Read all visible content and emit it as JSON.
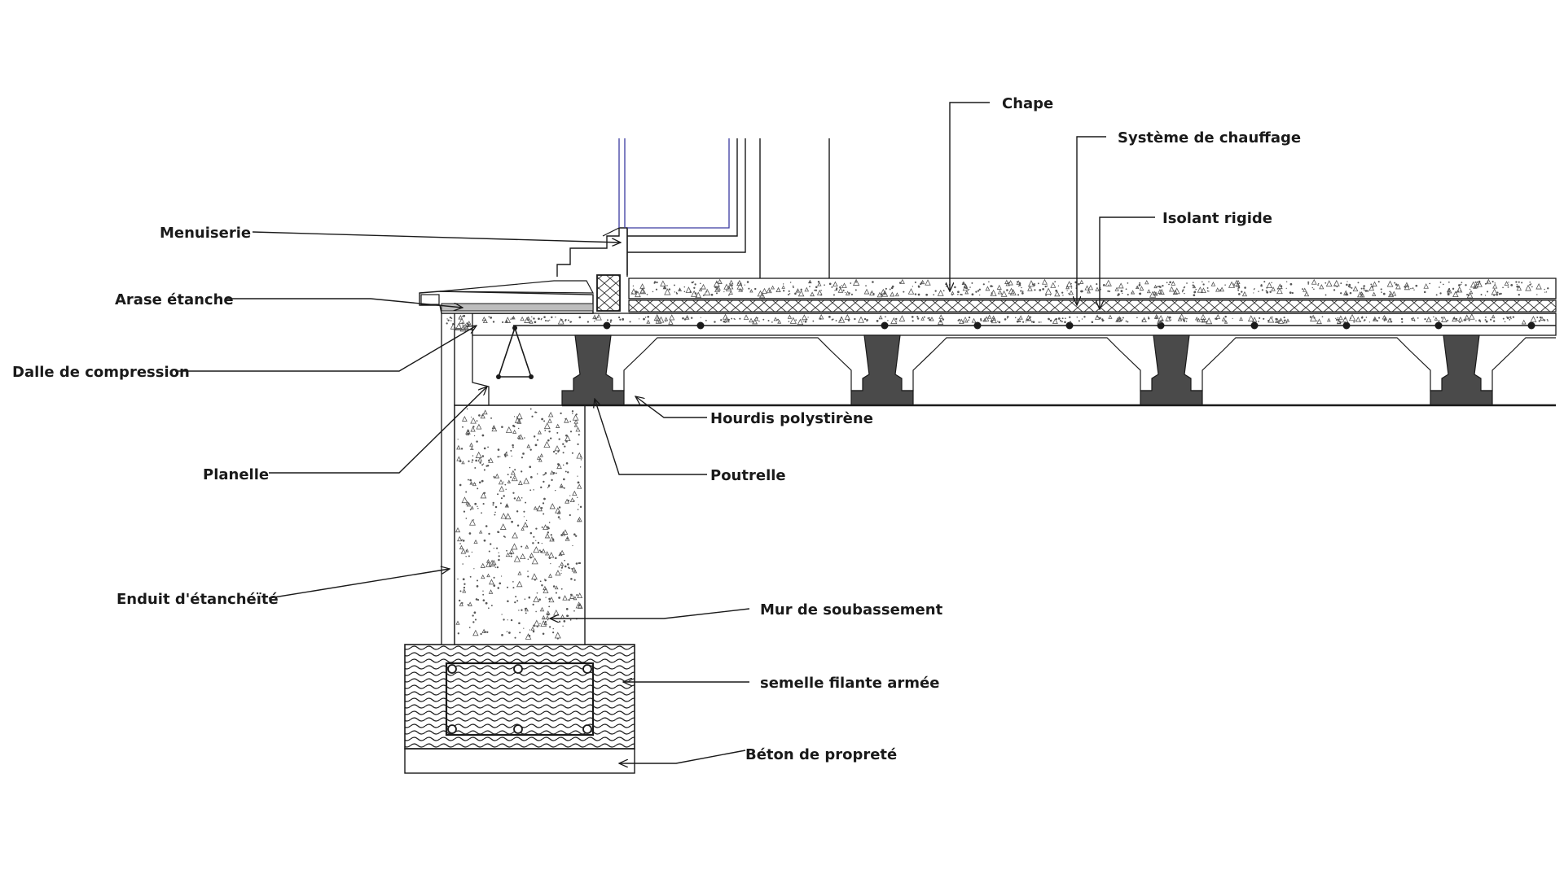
{
  "labels": {
    "chape": "Chape",
    "chauffage": "Système de chauffage",
    "isolant": "Isolant rigide",
    "menuiserie": "Menuiserie",
    "arase": "Arase étanche",
    "dalle": "Dalle de compression",
    "hourdis": "Hourdis polystirène",
    "planelle": "Planelle",
    "poutrelle": "Poutrelle",
    "enduit": "Enduit d'étanchéïté",
    "mur": "Mur de soubassement",
    "semelle": "semelle filante armée",
    "beton": "Béton de propreté"
  },
  "colors": {
    "line": "#1a1a1a",
    "concrete_speckle": "#555555",
    "beam": "#4a4a4a",
    "window": "#3a3aa0",
    "insulation_hatch": "#333333"
  }
}
